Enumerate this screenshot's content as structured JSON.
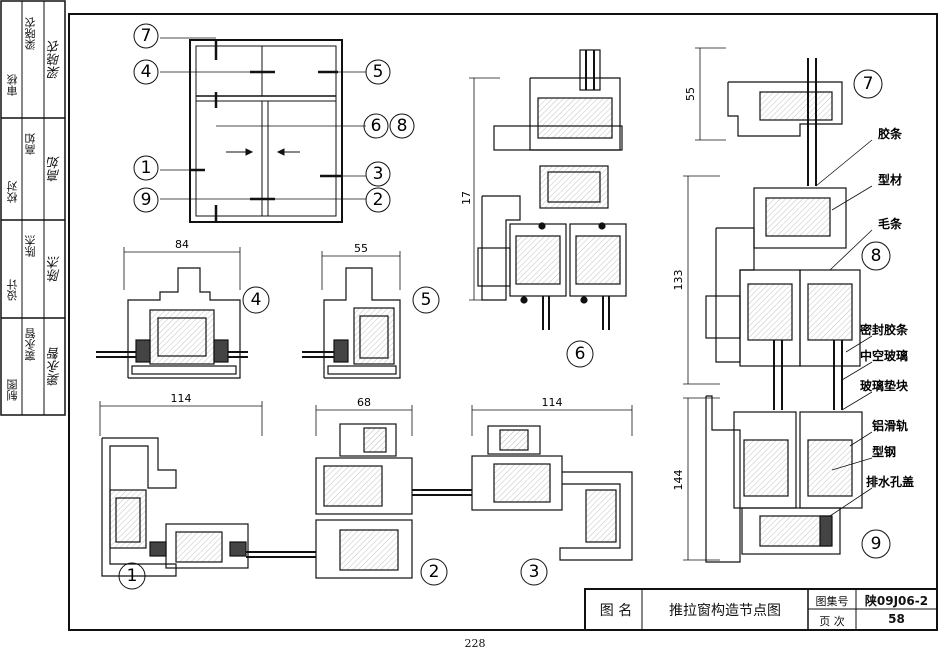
{
  "sidebar": {
    "rows": [
      {
        "role": "审核",
        "name": "梁晓农",
        "sig": "梁晓农"
      },
      {
        "role": "校对",
        "name": "高如",
        "sig": "高如"
      },
      {
        "role": "设计",
        "name": "陈杰",
        "sig": "陈杰"
      },
      {
        "role": "制图",
        "name": "窦永智",
        "sig": "窦永智"
      }
    ]
  },
  "title_block": {
    "label": "图 名",
    "title": "推拉窗构造节点图",
    "atlas_label": "图集号",
    "atlas_no": "陕09J06-2",
    "page_label": "页 次",
    "page_no": "58"
  },
  "page_number": "228",
  "elevation_tags": [
    "7",
    "4",
    "5",
    "6",
    "8",
    "1",
    "3",
    "9",
    "2"
  ],
  "details": {
    "d4": {
      "tag": "4",
      "width": "84"
    },
    "d5": {
      "tag": "5",
      "width": "55"
    },
    "d1": {
      "tag": "1",
      "width": "114"
    },
    "d2": {
      "tag": "2",
      "width": "68"
    },
    "d3": {
      "tag": "3",
      "width": "114"
    },
    "d6": {
      "tag": "6",
      "height": "17"
    },
    "section": {
      "tag_top": "7",
      "tag_mid": "8",
      "tag_bottom": "9",
      "dim_top": "55",
      "dim_mid": "133",
      "dim_bottom": "144"
    }
  },
  "callouts": [
    "胶条",
    "型材",
    "毛条",
    "密封胶条",
    "中空玻璃",
    "玻璃垫块",
    "铝滑轨",
    "型钢",
    "排水孔盖"
  ]
}
